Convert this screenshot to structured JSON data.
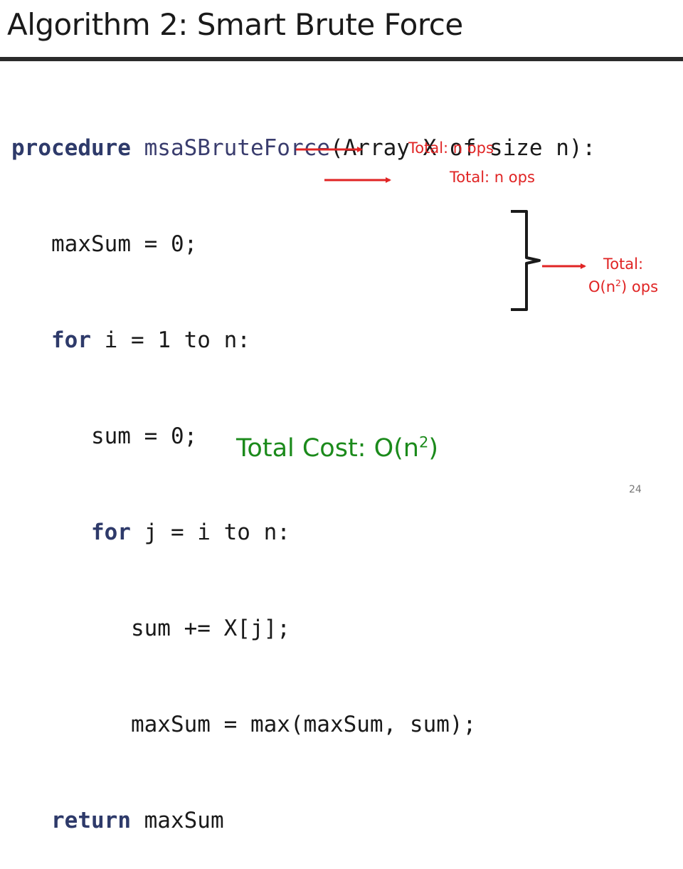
{
  "title": "Algorithm 2: Smart Brute Force",
  "code": {
    "line1": {
      "kw": "procedure",
      "fn": " msaSBruteForce",
      "rest": "(Array X of size n):"
    },
    "line2": {
      "indent": "   ",
      "rest": "maxSum = 0;"
    },
    "line3": {
      "indent": "   ",
      "kw": "for",
      "rest": " i = 1 to n:"
    },
    "line4": {
      "indent": "      ",
      "rest": "sum = 0;"
    },
    "line5": {
      "indent": "      ",
      "kw": "for",
      "rest": " j = i to n:"
    },
    "line6": {
      "indent": "         ",
      "rest": "sum += X[j];"
    },
    "line7": {
      "indent": "         ",
      "rest": "maxSum = max(maxSum, sum);"
    },
    "line8": {
      "indent": "   ",
      "kw": "return",
      "rest": " maxSum"
    }
  },
  "annotations": {
    "outer_loop": "Total: n ops",
    "sum_init": "Total: n ops",
    "inner_loop_line1": "Total:",
    "inner_loop_prefix": "O(n",
    "inner_loop_exp": "2",
    "inner_loop_suffix": ") ops"
  },
  "total_cost": {
    "prefix": "Total Cost: O(n",
    "exp": "2",
    "suffix": ")"
  },
  "page_number": "24",
  "colors": {
    "annotation": "#e02424",
    "total_cost": "#1b8a1b",
    "keyword": "#2e3a6a",
    "title_rule": "#2b2b2b"
  }
}
